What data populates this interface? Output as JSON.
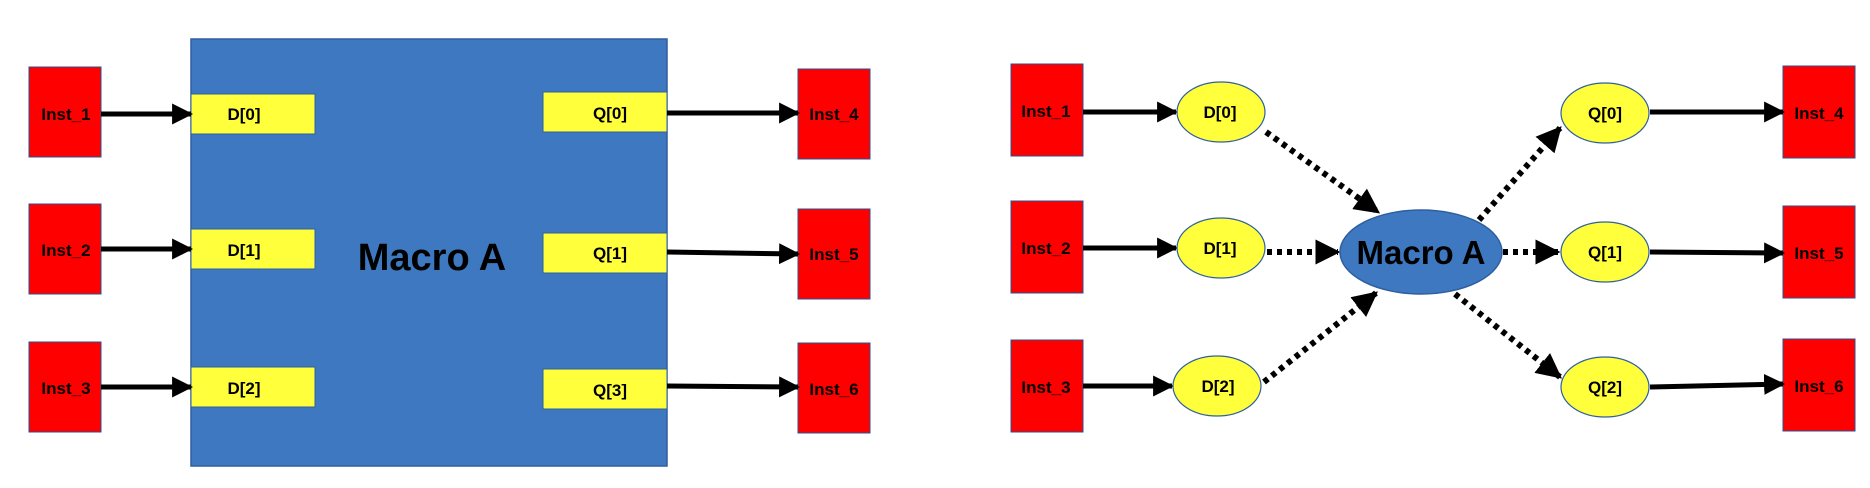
{
  "left": {
    "macro_label": "Macro A",
    "inputs": [
      {
        "inst": "Inst_1",
        "pin": "D[0]"
      },
      {
        "inst": "Inst_2",
        "pin": "D[1]"
      },
      {
        "inst": "Inst_3",
        "pin": "D[2]"
      }
    ],
    "outputs": [
      {
        "inst": "Inst_4",
        "pin": "Q[0]"
      },
      {
        "inst": "Inst_5",
        "pin": "Q[1]"
      },
      {
        "inst": "Inst_6",
        "pin": "Q[3]"
      }
    ]
  },
  "right": {
    "macro_label": "Macro A",
    "inputs": [
      {
        "inst": "Inst_1",
        "pin": "D[0]"
      },
      {
        "inst": "Inst_2",
        "pin": "D[1]"
      },
      {
        "inst": "Inst_3",
        "pin": "D[2]"
      }
    ],
    "outputs": [
      {
        "inst": "Inst_4",
        "pin": "Q[0]"
      },
      {
        "inst": "Inst_5",
        "pin": "Q[1]"
      },
      {
        "inst": "Inst_6",
        "pin": "Q[2]"
      }
    ]
  },
  "colors": {
    "instance_fill": "#ff0000",
    "instance_border": "#2f4f8f",
    "pin_fill": "#ffff3c",
    "macro_fill": "#3d78c0",
    "macro_border": "#2f5f9f",
    "wire": "#000000"
  }
}
